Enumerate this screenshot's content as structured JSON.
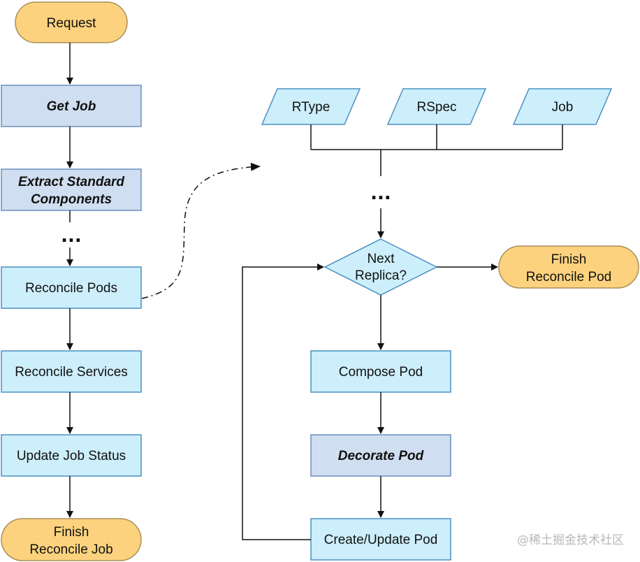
{
  "colors": {
    "process_fill": "#cdeefb",
    "process_stroke": "#4a90c2",
    "emphasis_fill": "#cfdef0",
    "terminal_fill": "#fdd27e",
    "terminal_stroke": "#a88f5a",
    "input_fill": "#cdeefb",
    "line": "#111111"
  },
  "left_flow": {
    "request": "Request",
    "get_job": "Get Job",
    "extract_line1": "Extract Standard",
    "extract_line2": "Components",
    "ellipsis": "...",
    "reconcile_pods": "Reconcile Pods",
    "reconcile_services": "Reconcile Services",
    "update_job_status": "Update Job Status",
    "finish_job_line1": "Finish",
    "finish_job_line2": "Reconcile Job"
  },
  "right_flow": {
    "inputs": [
      "RType",
      "RSpec",
      "Job"
    ],
    "ellipsis": "...",
    "decision_line1": "Next",
    "decision_line2": "Replica?",
    "finish_pod_line1": "Finish",
    "finish_pod_line2": "Reconcile Pod",
    "compose_pod": "Compose Pod",
    "decorate_pod": "Decorate Pod",
    "create_update_pod": "Create/Update Pod"
  },
  "watermark": "@稀土掘金技术社区"
}
